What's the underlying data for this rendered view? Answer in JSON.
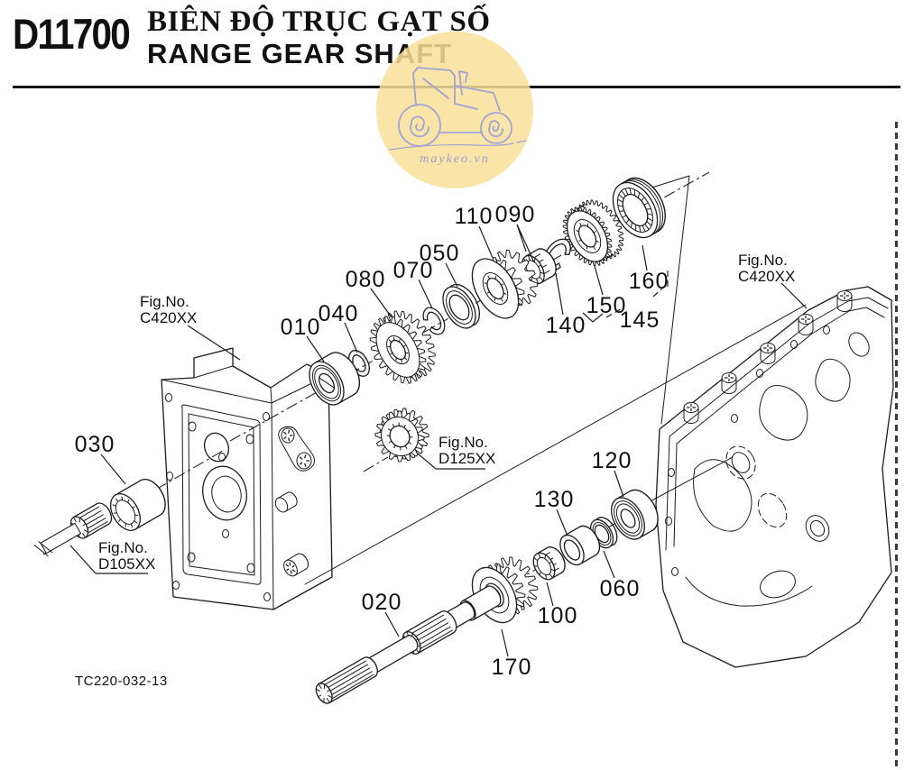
{
  "header": {
    "code": "D11700",
    "title_vi": "BIÊN ĐỘ TRỤC GẠT SỐ",
    "title_en": "RANGE GEAR SHAFT"
  },
  "watermark": {
    "site": "maykeo.vn"
  },
  "footer": {
    "drawing_code": "TC220-032-13"
  },
  "figure": {
    "fig_no_label": "Fig.No.",
    "refs": {
      "left_case": "C420XX",
      "right_case": "C420XX",
      "small_gear": "D125XX",
      "shaft": "D105XX"
    },
    "parts": {
      "n010": "010",
      "n020": "020",
      "n030": "030",
      "n040": "040",
      "n050": "050",
      "n060": "060",
      "n070": "070",
      "n080": "080",
      "n090": "090",
      "n100": "100",
      "n110": "110",
      "n120": "120",
      "n130": "130",
      "n140": "140",
      "n145": "145",
      "n150": "150",
      "n160": "160",
      "n170": "170"
    }
  }
}
